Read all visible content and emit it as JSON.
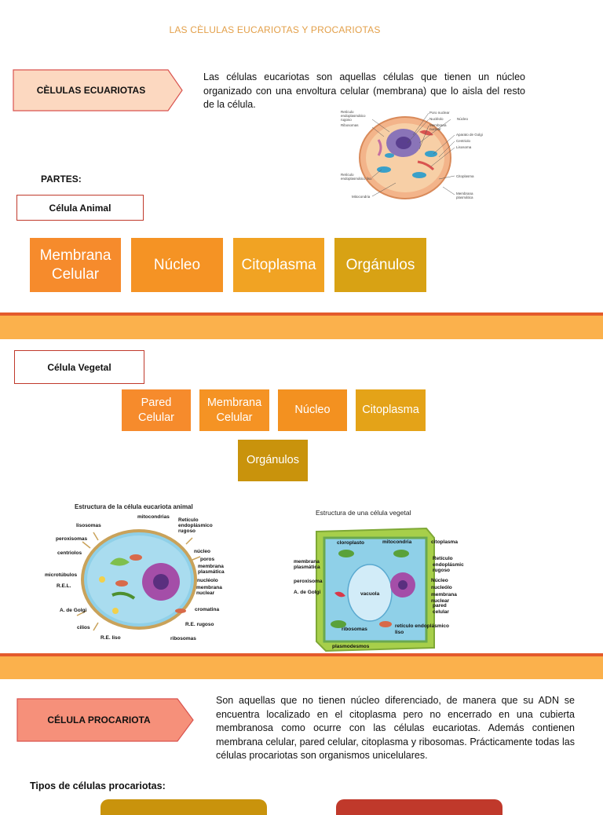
{
  "title": "LAS CÈLULAS EUCARIOTAS Y PROCARIOTAS",
  "eucariotas": {
    "label": "CÈLULAS ECUARIOTAS",
    "description": "Las células eucariotas son aquellas células que tienen un núcleo organizado con una envoltura celular (membrana) que lo aisla del resto de la célula."
  },
  "partes_label": "PARTES:",
  "animal": {
    "label": "Célula Animal",
    "parts": [
      "Membrana Celular",
      "Núcleo",
      "Citoplasma",
      "Orgánulos"
    ]
  },
  "vegetal": {
    "label": "Célula Vegetal",
    "parts": [
      "Pared Celular",
      "Membrana Celular",
      "Núcleo",
      "Citoplasma",
      "Orgánulos"
    ]
  },
  "diagram_small": {
    "labels_left": [
      "Retículo endoplasmático rugoso",
      "Ribosomas",
      "Retículo endoplasmático liso",
      "Mitocondria"
    ],
    "labels_right": [
      "Poro nuclear",
      "Nucléolo",
      "Núcleo",
      "Membrana nuclear",
      "Aparato de Golgi",
      "Centriolo",
      "Lisosoma",
      "Citoplasma",
      "Membrana plasmática"
    ]
  },
  "diagram_animal": {
    "title": "Estructura de la célula eucariota animal",
    "labels": [
      "mitocondrias",
      "Retículo endoplásmico rugoso",
      "lisosomas",
      "peroxisomas",
      "centriolos",
      "microtúbulos",
      "R.E.L.",
      "A. de Golgi",
      "cilios",
      "R.E. liso",
      "núcleo",
      "poros",
      "membrana plasmática",
      "nucléolo",
      "membrana nuclear",
      "cromatina",
      "R.E. rugoso",
      "ribosomas"
    ]
  },
  "diagram_vegetal": {
    "title": "Estructura de una célula vegetal",
    "labels": [
      "cloroplasto",
      "mitocondria",
      "citoplasma",
      "membrana plasmática",
      "Retículo endoplásmic rugoso",
      "peroxisoma",
      "A. de Golgi",
      "vacuola",
      "Núcleo",
      "nucleólo",
      "membrana nuclear",
      "pared celular",
      "ribosomas",
      "retículo endoplásmico liso",
      "plasmodesmos"
    ]
  },
  "procariota": {
    "label": "CÉLULA PROCARIOTA",
    "description": "Son aquellas que no tienen núcleo diferenciado, de manera que su ADN se encuentra localizado en el citoplasma pero no encerrado en una cubierta membranosa como ocurre con las células eucariotas. Además contienen membrana celular, pared celular, citoplasma y ribosomas. Prácticamente todas las células procariotas son organismos unicelulares.",
    "tipos_label": "Tipos de células procariotas:"
  },
  "colors": {
    "orange": "#f68b2c",
    "orange_dark": "#f39120",
    "gold": "#c9930c",
    "band": "#fbb14c",
    "band_line": "#e35a2c",
    "salmon": "#fbc8a8"
  }
}
